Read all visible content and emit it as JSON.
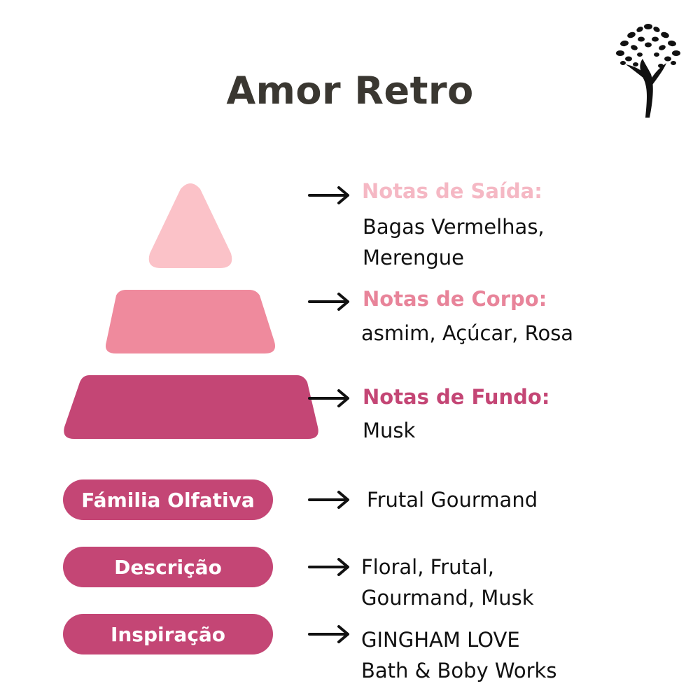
{
  "title": "Amor Retro",
  "logo": {
    "icon": "tree-icon",
    "color": "#111111"
  },
  "colors": {
    "top_tier": "#fbc2c8",
    "middle_tier": "#ef8a9d",
    "base_tier": "#c44675",
    "pill": "#c44675",
    "title_text": "#3a3731"
  },
  "notes": {
    "top": {
      "label": "Notas de Saída:",
      "text": "Bagas Vermelhas,\nMerengue",
      "color": "#f5b8c4"
    },
    "middle": {
      "label": "Notas de Corpo:",
      "text": "asmim, Açúcar, Rosa",
      "color": "#e8849a"
    },
    "base": {
      "label": "Notas de Fundo:",
      "text": "Musk",
      "color": "#c44675"
    }
  },
  "info": [
    {
      "label": "Fámilia Olfativa",
      "value": "Frutal Gourmand"
    },
    {
      "label": "Descrição",
      "value": "Floral, Frutal,\nGourmand, Musk"
    },
    {
      "label": "Inspiração",
      "value": "GINGHAM LOVE\nBath & Boby Works"
    }
  ],
  "arrow_icon": "right-arrow-icon"
}
